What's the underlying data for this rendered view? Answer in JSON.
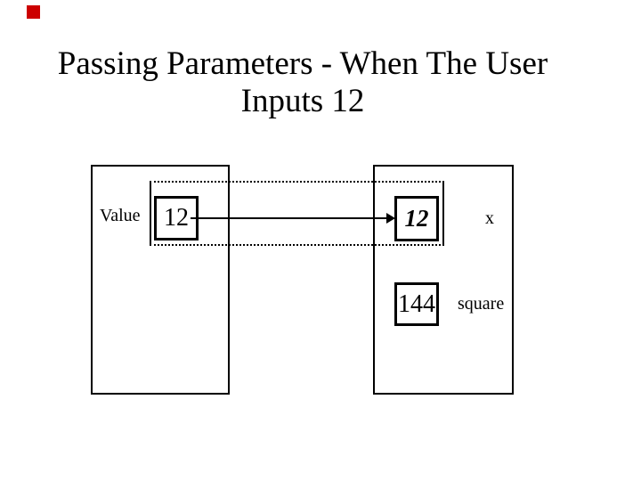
{
  "slide": {
    "title_line1": "Passing Parameters - When The User",
    "title_line2": "Inputs 12",
    "background_color": "#ffffff",
    "line_color": "#000000",
    "decoration": {
      "shape": "red-square",
      "color": "#cc0000"
    }
  },
  "diagram": {
    "caller_box": {
      "variable_label": "Value",
      "variable_value": "12"
    },
    "arrow": {
      "icon": "right-arrow",
      "from": "caller value box",
      "to": "callee parameter box"
    },
    "callee_box": {
      "parameter_value": "12",
      "parameter_label": "x",
      "result_value": "144",
      "result_label": "square"
    }
  }
}
